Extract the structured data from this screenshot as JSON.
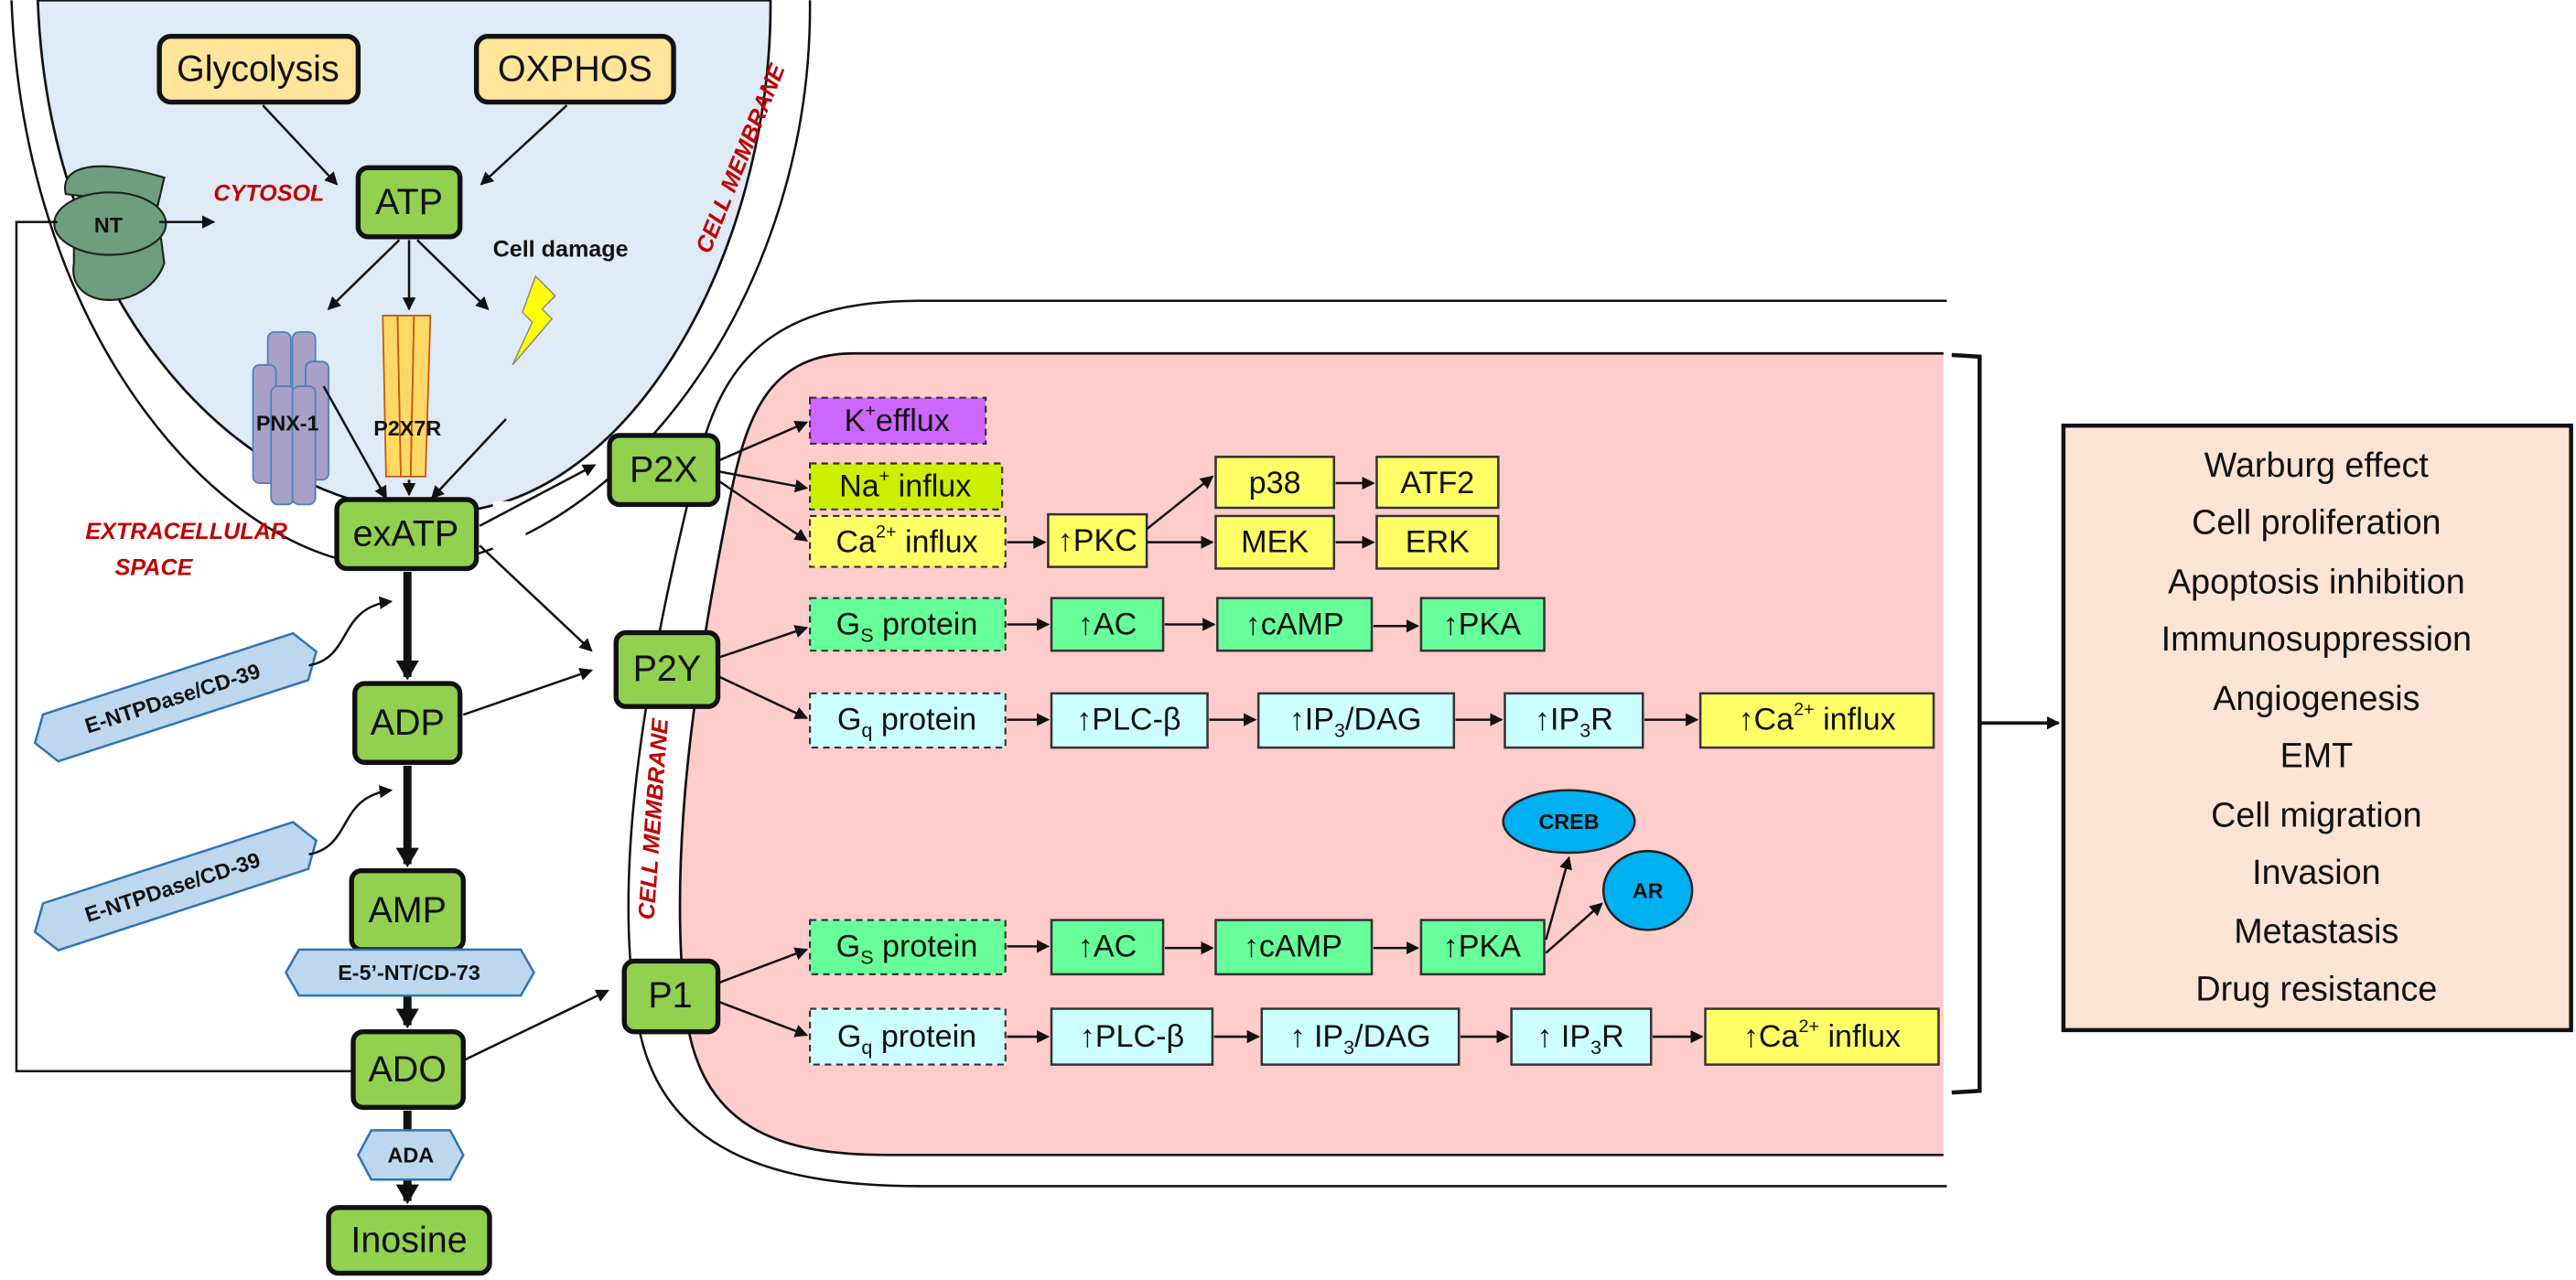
{
  "colors": {
    "cytosol": "#DEEAF6",
    "cell_pink": "#FFCCCC",
    "node_green": "#92D050",
    "source_yellow": "#FFE599",
    "k_purple": "#CC66FF",
    "na_lime": "#CCEE00",
    "ca_yellow": "#FFFF66",
    "gs_green": "#66FF99",
    "gq_cyan": "#CCFFFF",
    "ellipse_blue": "#00B0F0",
    "outcome_peach": "#FBE3D6",
    "label_red": "#C00000"
  },
  "labels": {
    "cytosol": "CYTOSOL",
    "extracellular_1": "EXTRACELLULAR",
    "extracellular_2": "SPACE",
    "cell_membrane_top": "CELL MEMBRANE",
    "cell_membrane_side": "CELL MEMBRANE",
    "cell_damage": "Cell damage"
  },
  "sources": {
    "glycolysis": "Glycolysis",
    "oxphos": "OXPHOS"
  },
  "channels": {
    "nt": "NT",
    "pnx1": "PNX-1",
    "p2x7r": "P2X7R"
  },
  "chain": {
    "atp": "ATP",
    "exatp": "exATP",
    "adp": "ADP",
    "amp": "AMP",
    "ado": "ADO",
    "inosine": "Inosine"
  },
  "enzymes": {
    "entpdase_1": "E-NTPDase/CD-39",
    "entpdase_2": "E-NTPDase/CD-39",
    "cd73": "E-5’-NT/CD-73",
    "ada": "ADA"
  },
  "receptors": {
    "p2x": "P2X",
    "p2y": "P2Y",
    "p1": "P1"
  },
  "p2x": {
    "k": {
      "pre": "K",
      "sup": "+",
      "post": "efflux"
    },
    "na": {
      "pre": "Na",
      "sup": "+",
      "post": " influx"
    },
    "ca": {
      "pre": "Ca",
      "sup": "2+",
      "post": " influx"
    },
    "pkc": "↑PKC",
    "p38": "p38",
    "atf2": "ATF2",
    "mek": "MEK",
    "erk": "ERK"
  },
  "p2y": {
    "gs": {
      "pre": "G",
      "sub": "S",
      "post": " protein"
    },
    "ac": "↑AC",
    "camp": "↑cAMP",
    "pka": "↑PKA",
    "gq": {
      "pre": "G",
      "sub": "q",
      "post": " protein"
    },
    "plc": "↑PLC-β",
    "ip3dag": {
      "pre": "↑IP",
      "sub": "3",
      "post": "/DAG"
    },
    "ip3r": {
      "pre": "↑IP",
      "sub": "3",
      "post": "R"
    },
    "ca": {
      "pre": "↑Ca",
      "sup": "2+",
      "post": " influx"
    }
  },
  "p1": {
    "gs": {
      "pre": "G",
      "sub": "S",
      "post": " protein"
    },
    "ac": "↑AC",
    "camp": "↑cAMP",
    "pka": "↑PKA",
    "creb": "CREB",
    "ar": "AR",
    "gq": {
      "pre": "G",
      "sub": "q",
      "post": " protein"
    },
    "plc": "↑PLC-β",
    "ip3dag": {
      "pre": "↑ IP",
      "sub": "3",
      "post": "/DAG"
    },
    "ip3r": {
      "pre": "↑ IP",
      "sub": "3",
      "post": "R"
    },
    "ca": {
      "pre": "↑Ca",
      "sup": "2+",
      "post": " influx"
    }
  },
  "outcomes": [
    "Warburg effect",
    "Cell proliferation",
    "Apoptosis inhibition",
    "Immunosuppression",
    "Angiogenesis",
    "EMT",
    "Cell migration",
    "Invasion",
    "Metastasis",
    "Drug resistance"
  ]
}
